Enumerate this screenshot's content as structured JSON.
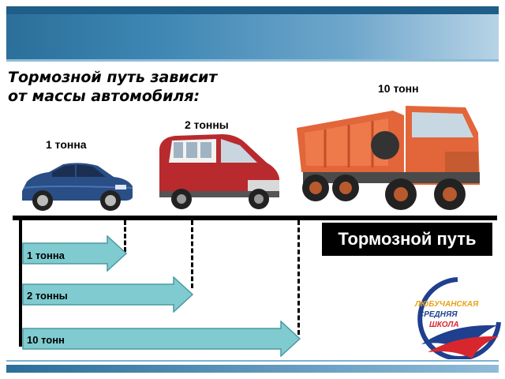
{
  "title_lines": [
    "Тормозной путь зависит",
    "от массы автомобиля:"
  ],
  "vehicles": [
    {
      "label": "1 тонна",
      "icon": "car-icon",
      "color": "#2a4e86"
    },
    {
      "label": "2 тонны",
      "icon": "van-icon",
      "color": "#b82a2e"
    },
    {
      "label": "10 тонн",
      "icon": "dump-truck-icon",
      "color": "#e3653a"
    }
  ],
  "braking_distance_label": "Тормозной путь",
  "arrows": [
    {
      "label": "1 тонна",
      "reach": 1
    },
    {
      "label": "2 тонны",
      "reach": 2
    },
    {
      "label": "10 тонн",
      "reach": 3
    }
  ],
  "logo": {
    "lines": [
      "ЛЮБУЧАНСКАЯ",
      "СРЕДНЯЯ",
      "ШКОЛА"
    ],
    "colors": [
      "#e8a21a",
      "#1f3f8f",
      "#d8262e"
    ]
  },
  "colors": {
    "arrow_fill": "#7fcbd0",
    "arrow_stroke": "#4a9aa3",
    "header": "#2b6f9a"
  }
}
